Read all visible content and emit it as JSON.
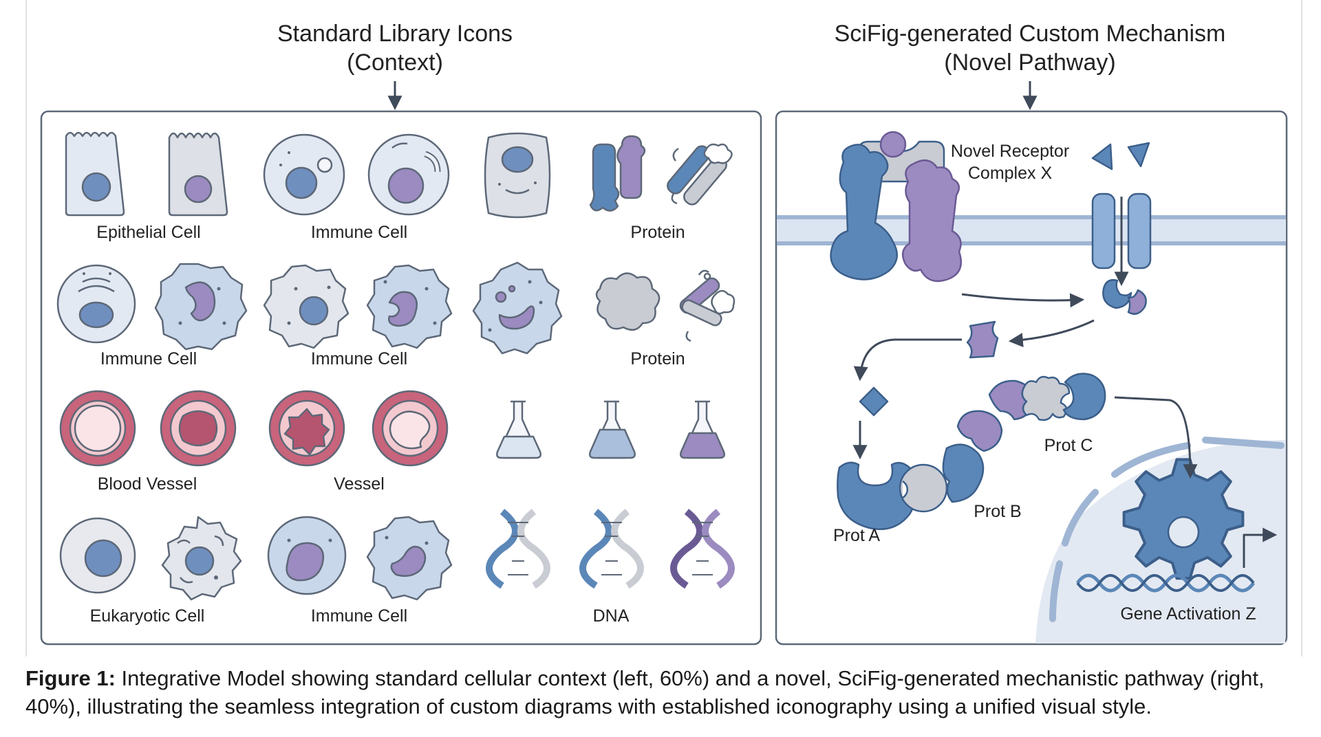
{
  "left_panel": {
    "heading_line1": "Standard Library Icons",
    "heading_line2": "(Context)",
    "labels": {
      "epithelial": "Epithelial Cell",
      "immune_1": "Immune Cell",
      "protein_1": "Protein",
      "immune_2": "Immune Cell",
      "immune_3": "Immune Cell",
      "protein_2": "Protein",
      "blood_vessel": "Blood Vessel",
      "vessel": "Vessel",
      "eukaryotic": "Eukaryotic Cell",
      "immune_4": "Immune Cell",
      "dna": "DNA"
    }
  },
  "right_panel": {
    "heading_line1": "SciFig-generated Custom Mechanism",
    "heading_line2": "(Novel Pathway)",
    "labels": {
      "receptor_line1": "Novel Receptor",
      "receptor_line2": "Complex X",
      "prot_a": "Prot A",
      "prot_b": "Prot B",
      "prot_c": "Prot C",
      "gene": "Gene Activation Z"
    }
  },
  "caption": {
    "prefix": "Figure 1:",
    "text": " Integrative Model showing standard cellular context (left, 60%) and a novel, SciFig-generated mechanistic pathway (right, 40%), illustrating the seamless integration of custom diagrams with established iconography using a unified visual style."
  },
  "colors": {
    "blue": "#5b87b8",
    "blue_dark": "#3c5f8a",
    "purple": "#9b8bc0",
    "purple_dark": "#6a5a94",
    "gray": "#c9ccd3",
    "vessel_red": "#b5556f",
    "vessel_pink": "#f3c9cf",
    "cell_fill": "#e3e9f2",
    "membrane": "#c7d5ea"
  }
}
